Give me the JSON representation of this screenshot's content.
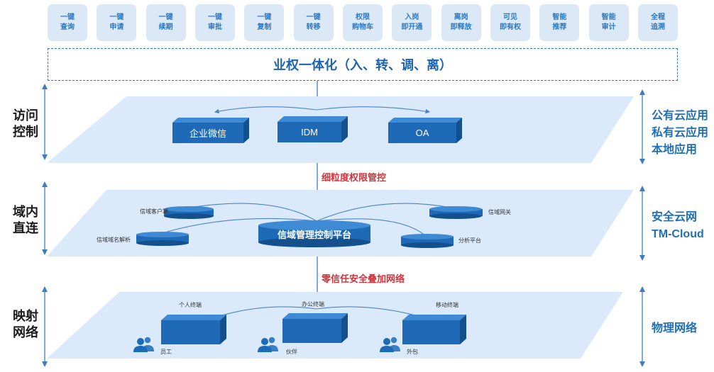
{
  "top_features": [
    [
      "一键",
      "查询"
    ],
    [
      "一键",
      "申请"
    ],
    [
      "一键",
      "续期"
    ],
    [
      "一键",
      "审批"
    ],
    [
      "一键",
      "复制"
    ],
    [
      "一键",
      "转移"
    ],
    [
      "权限",
      "购物车"
    ],
    [
      "入岗",
      "即开通"
    ],
    [
      "离岗",
      "即释放"
    ],
    [
      "可见",
      "即有权"
    ],
    [
      "智能",
      "推荐"
    ],
    [
      "智能",
      "审计"
    ],
    [
      "全程",
      "追溯"
    ]
  ],
  "banner": "业权一体化（入、转、调、离）",
  "layers": {
    "access": {
      "left": [
        "访问",
        "控制"
      ],
      "right": [
        "公有云应用",
        "私有云应用",
        "本地应用"
      ],
      "boxes": [
        "企业微信",
        "IDM",
        "OA"
      ]
    },
    "domain": {
      "left": [
        "域内",
        "直连"
      ],
      "right": [
        "安全云网",
        "TM-Cloud"
      ],
      "center": "信域管理控制平台",
      "nodes": [
        "信域客户端",
        "信域网关",
        "信域域名解析",
        "分析平台"
      ]
    },
    "mapping": {
      "left": [
        "映射",
        "网络"
      ],
      "right": [
        "物理网络"
      ],
      "terminals": [
        "个人终端",
        "办公终端",
        "移动终端"
      ],
      "users": [
        "员工",
        "伙伴",
        "外包"
      ]
    }
  },
  "connectors": {
    "fine_grained": "细粒度权限管控",
    "zero_trust": "零信任安全叠加网络"
  },
  "colors": {
    "plane": "#dbeafb",
    "box_front": "#1f6ab7",
    "box_side": "#14508e",
    "box_top": "#3f8ad4",
    "accent_text": "#1f6fb8",
    "red_text": "#d2333a"
  },
  "icons": [
    "up-down-arrow-icon",
    "user-group-icon"
  ]
}
